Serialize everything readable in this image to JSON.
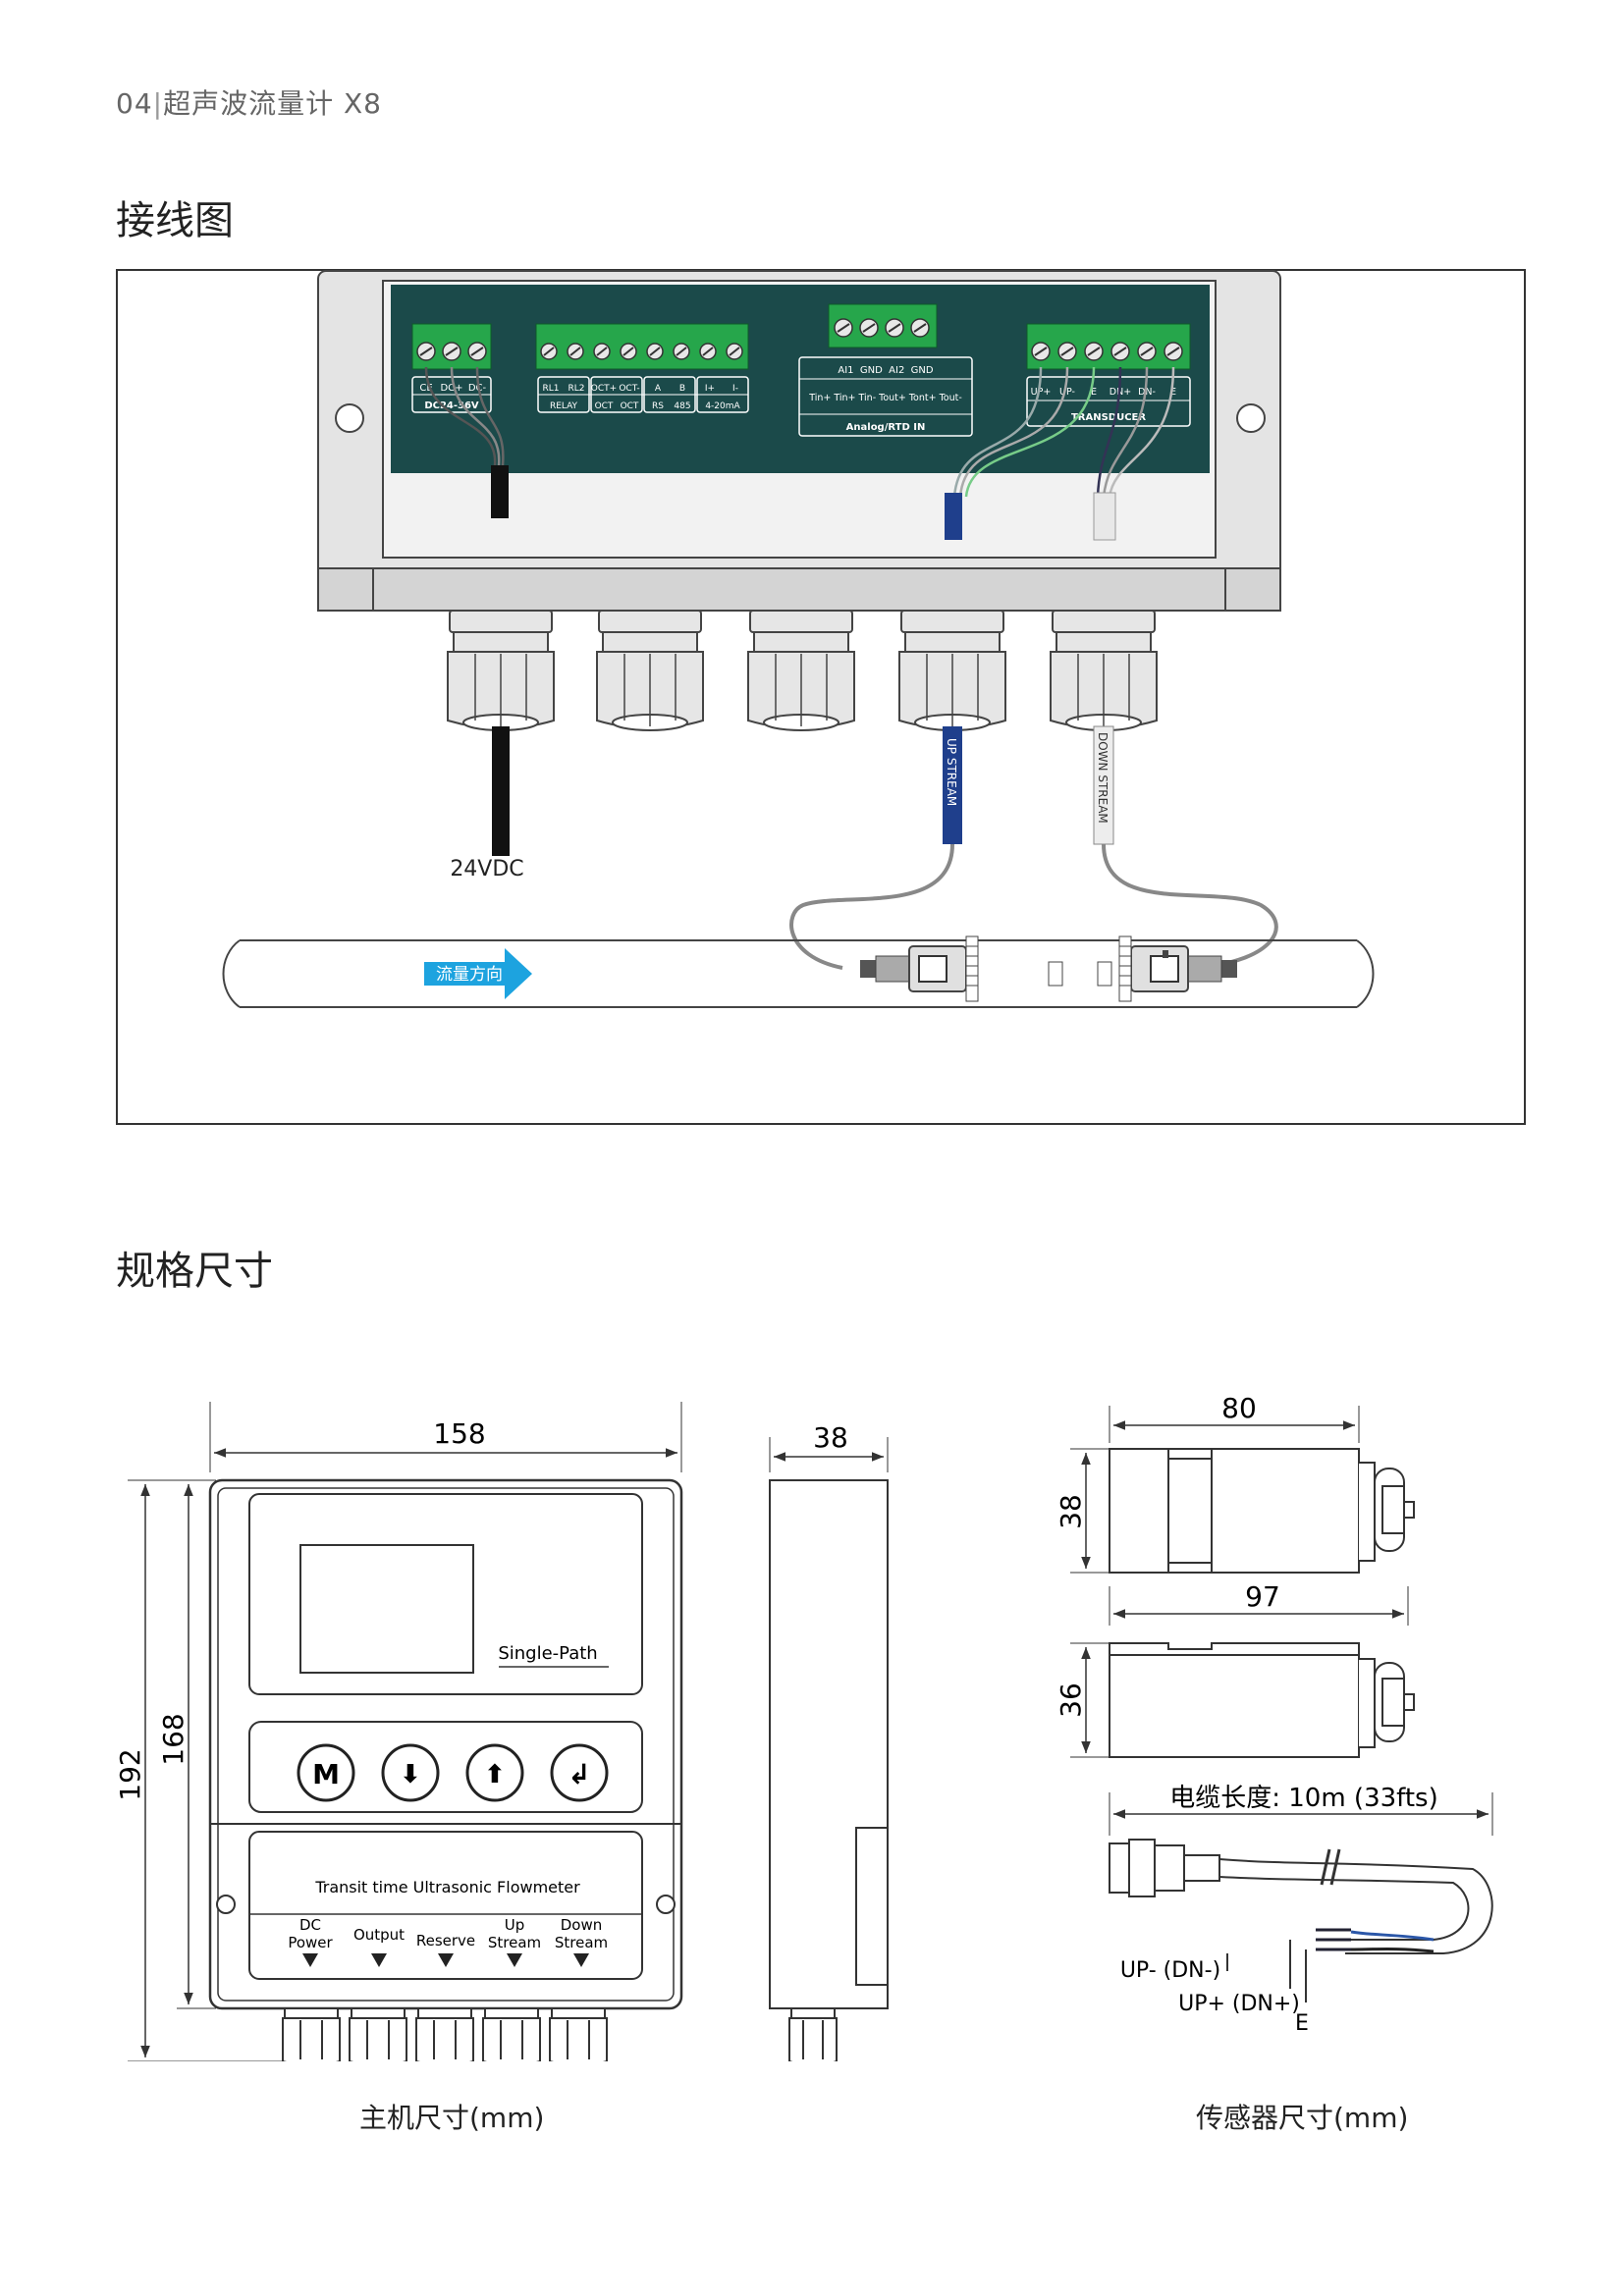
{
  "header": {
    "page_no": "04",
    "title": "超声波流量计 X8"
  },
  "wiring": {
    "section_title": "接线图",
    "power_terminals": [
      "CE",
      "DC+",
      "DC-"
    ],
    "power_label": "DC24-36V",
    "io_terminals": [
      "RL1",
      "RL2",
      "OCT+",
      "OCT-",
      "A",
      "B",
      "I+",
      "I-"
    ],
    "io_groups": [
      "RELAY",
      "OCT",
      "OCT",
      "RS",
      "485",
      "4-20mA"
    ],
    "analog_top": "AI1  GND  AI2  GND",
    "analog_mid": "Tin+ Tin+ Tin- Tout+ Tont+ Tout-",
    "analog_bottom": "Analog/RTD IN",
    "transducer_terminals": [
      "UP+",
      "UP-",
      "E",
      "DN+",
      "DN-",
      "E"
    ],
    "transducer_label": "TRANSDUCER",
    "power_cable": "24VDC",
    "up_cable": "UP STREAM",
    "down_cable": "DOWN STREAM",
    "flow_direction": "流量方向"
  },
  "dims": {
    "section_title": "规格尺寸",
    "width": "158",
    "depth": "38",
    "height_outer": "192",
    "height_inner": "168",
    "screen_label": "Single-Path",
    "keys": [
      "M",
      "⬇",
      "⬆",
      "↲"
    ],
    "product_name": "Transit time Ultrasonic Flowmeter",
    "ports": [
      {
        "l1": "DC",
        "l2": "Power"
      },
      {
        "l1": "Output",
        "l2": ""
      },
      {
        "l1": "Reserve",
        "l2": ""
      },
      {
        "l1": "Up",
        "l2": "Stream"
      },
      {
        "l1": "Down",
        "l2": "Stream"
      }
    ],
    "sensor_len_a": "80",
    "sensor_h_a": "38",
    "sensor_len_b": "97",
    "sensor_h_b": "36",
    "cable_length": "电缆长度: 10m (33fts)",
    "wire_up_minus": "UP- (DN-)",
    "wire_up_plus": "UP+ (DN+)",
    "wire_e": "E",
    "caption_main": "主机尺寸(mm)",
    "caption_sensor": "传感器尺寸(mm)"
  }
}
